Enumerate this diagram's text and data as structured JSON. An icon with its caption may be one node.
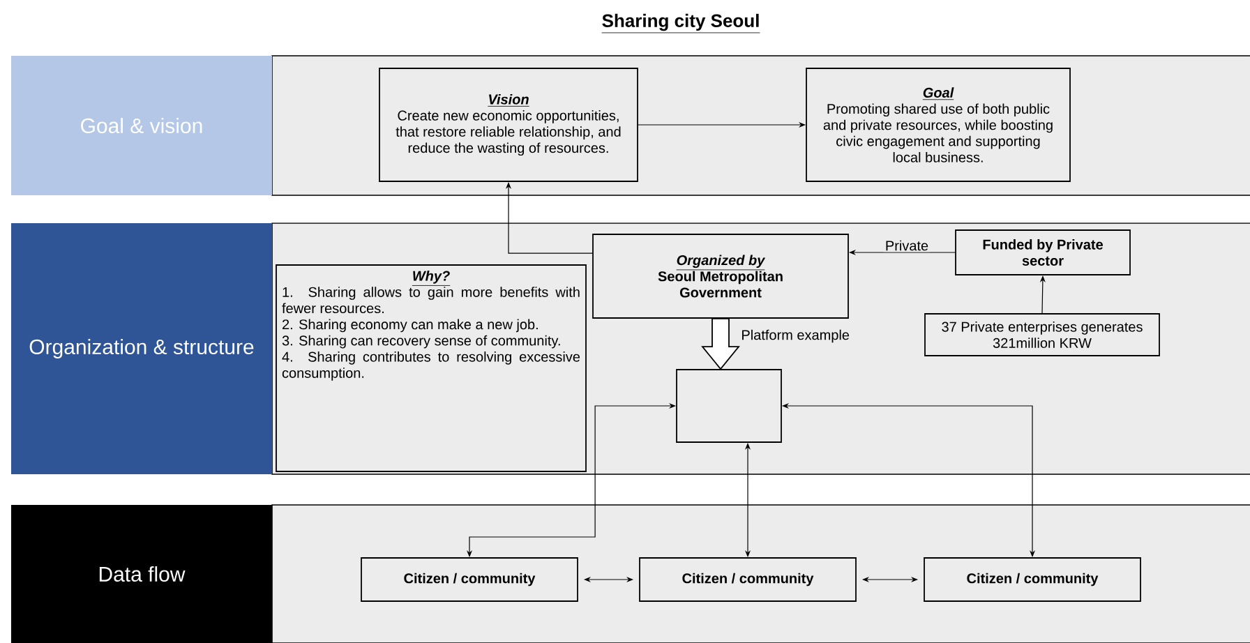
{
  "diagram": {
    "title": "Sharing city Seoul",
    "nodes": [
      {
        "text": [
          "Goal & vision"
        ]
      },
      {
        "text": [
          "Vision",
          "Create new economic opportunities, that restore reliable relationship, and reduce the wasting of resources."
        ]
      },
      {
        "text": [
          "Goal",
          "Promoting shared use of both public and private resources, while boosting civic engagement and supporting local business."
        ]
      },
      {
        "text": [
          "Organization & structure"
        ]
      },
      {
        "text": [
          "Why?",
          "1. Sharing allows to gain more benefits with fewer resources.",
          "2. Sharing economy can make a new job.",
          "3. Sharing can recovery sense of community.",
          "4. Sharing contributes to resolving excessive consumption."
        ]
      },
      {
        "text": [
          "Organized by",
          "Seoul Metropolitan Government"
        ]
      },
      {
        "text": [
          "Funded by Private sector"
        ]
      },
      {
        "text": [
          "37 Private enterprises generates 321million KRW"
        ]
      },
      {
        "text": [],
        "shape": "box"
      },
      {
        "text": [
          "Data flow"
        ]
      },
      {
        "text": [
          "Citizen / community"
        ]
      },
      {
        "text": [
          "Citizen / community"
        ]
      },
      {
        "text": [
          "Citizen / community"
        ]
      }
    ],
    "edges": [
      {
        "from": 1,
        "to": 2,
        "arrow": "to"
      },
      {
        "from": 5,
        "to": 1,
        "arrow": "to"
      },
      {
        "from": 6,
        "to": 5,
        "arrow": "to",
        "label": "Private"
      },
      {
        "from": 7,
        "to": 6,
        "arrow": "to"
      },
      {
        "from": 5,
        "to": 8,
        "arrow": "to",
        "label": "Platform example",
        "style": "thick"
      },
      {
        "from": 8,
        "to": 10,
        "arrow": "both"
      },
      {
        "from": 8,
        "to": 11,
        "arrow": "both"
      },
      {
        "from": 8,
        "to": 12,
        "arrow": "both"
      },
      {
        "from": 10,
        "to": 11,
        "arrow": "both"
      },
      {
        "from": 11,
        "to": 12,
        "arrow": "both"
      }
    ]
  }
}
